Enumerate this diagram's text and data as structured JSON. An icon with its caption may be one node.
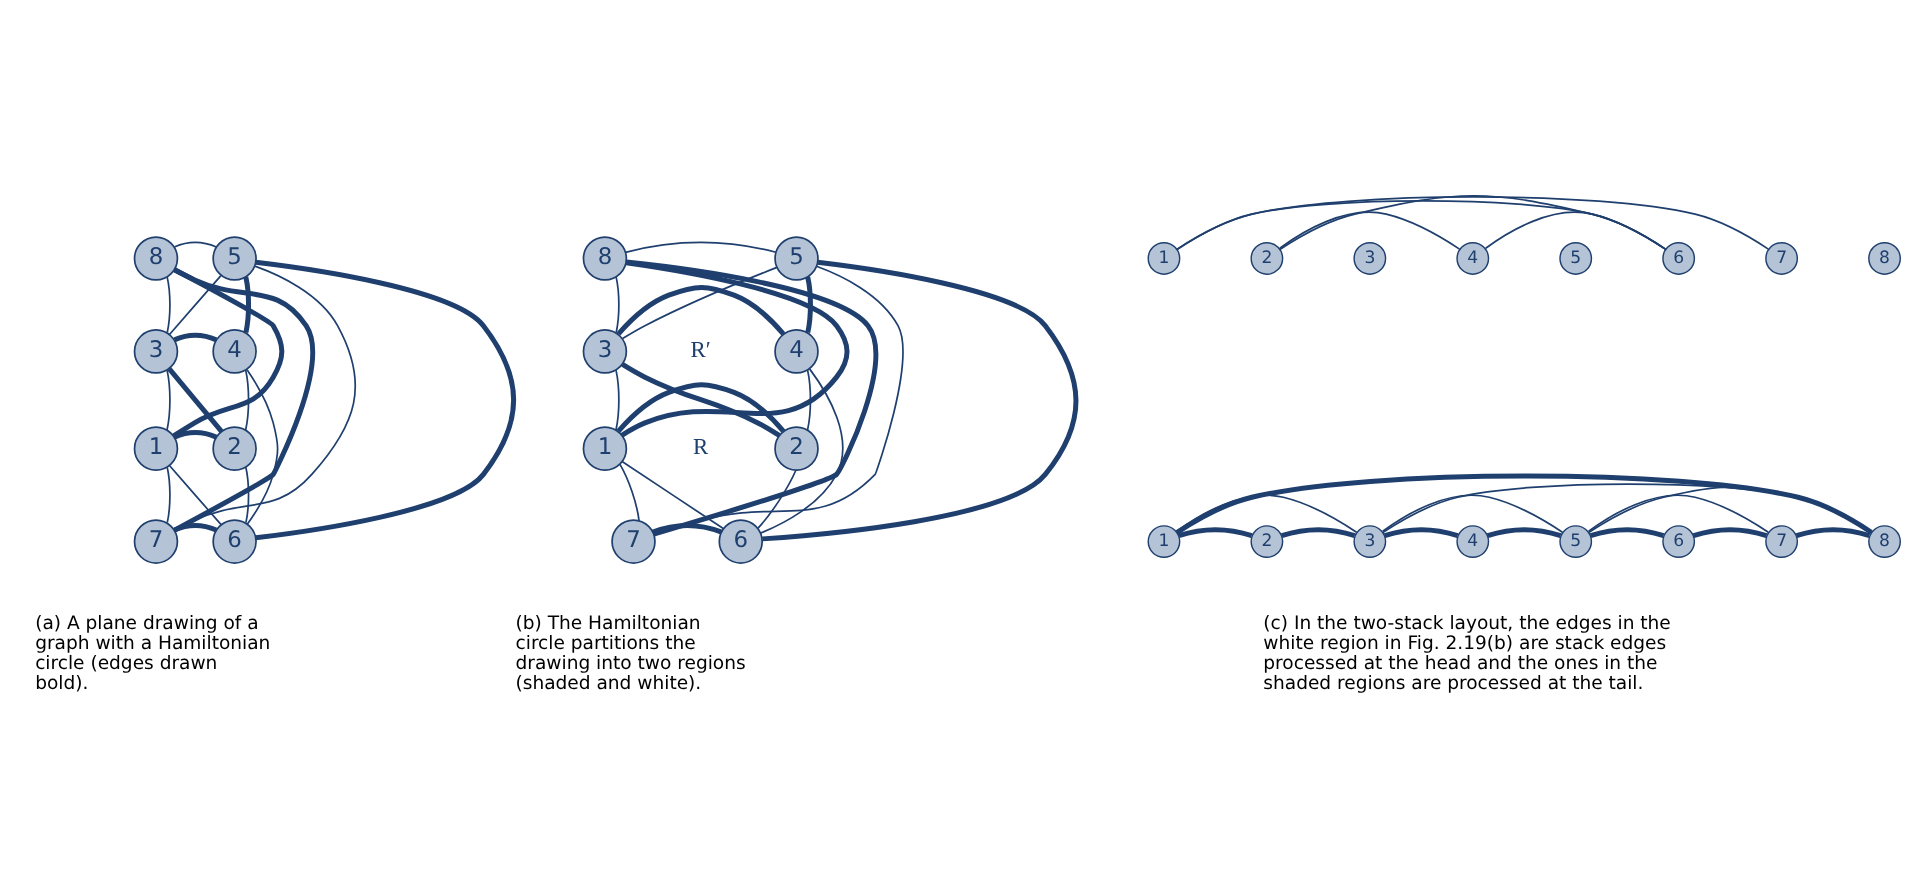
{
  "diagram": {
    "nodes": [
      {
        "text": [
          "8"
        ]
      },
      {
        "text": [
          "5"
        ]
      },
      {
        "text": [
          "3"
        ]
      },
      {
        "text": [
          "4"
        ]
      },
      {
        "text": [
          "1"
        ]
      },
      {
        "text": [
          "2"
        ]
      },
      {
        "text": [
          "7"
        ]
      },
      {
        "text": [
          "6"
        ]
      },
      {
        "text": [
          "8"
        ]
      },
      {
        "text": [
          "5"
        ]
      },
      {
        "text": [
          "3"
        ]
      },
      {
        "text": [
          "4"
        ]
      },
      {
        "text": [
          "1"
        ]
      },
      {
        "text": [
          "2"
        ]
      },
      {
        "text": [
          "7"
        ]
      },
      {
        "text": [
          "6"
        ]
      },
      {
        "text": [
          "1"
        ]
      },
      {
        "text": [
          "2"
        ]
      },
      {
        "text": [
          "3"
        ]
      },
      {
        "text": [
          "4"
        ]
      },
      {
        "text": [
          "5"
        ]
      },
      {
        "text": [
          "6"
        ]
      },
      {
        "text": [
          "7"
        ]
      },
      {
        "text": [
          "8"
        ]
      },
      {
        "text": [
          "1"
        ]
      },
      {
        "text": [
          "2"
        ]
      },
      {
        "text": [
          "3"
        ]
      },
      {
        "text": [
          "4"
        ]
      },
      {
        "text": [
          "5"
        ]
      },
      {
        "text": [
          "6"
        ]
      },
      {
        "text": [
          "7"
        ]
      },
      {
        "text": [
          "8"
        ]
      }
    ],
    "edges": [
      {
        "from": 0,
        "to": 1,
        "arrow": "none"
      },
      {
        "from": 0,
        "to": 2,
        "arrow": "none"
      },
      {
        "from": 0,
        "to": 4,
        "arrow": "none",
        "style": "thick"
      },
      {
        "from": 0,
        "to": 6,
        "arrow": "none",
        "style": "thick"
      },
      {
        "from": 1,
        "to": 2,
        "arrow": "none"
      },
      {
        "from": 1,
        "to": 3,
        "arrow": "none",
        "style": "thick"
      },
      {
        "from": 1,
        "to": 7,
        "arrow": "none",
        "style": "thick"
      },
      {
        "from": 1,
        "to": 6,
        "arrow": "none"
      },
      {
        "from": 2,
        "to": 3,
        "arrow": "none",
        "style": "thick"
      },
      {
        "from": 2,
        "to": 4,
        "arrow": "none"
      },
      {
        "from": 2,
        "to": 5,
        "arrow": "none",
        "style": "thick"
      },
      {
        "from": 3,
        "to": 5,
        "arrow": "none"
      },
      {
        "from": 3,
        "to": 7,
        "arrow": "none"
      },
      {
        "from": 4,
        "to": 5,
        "arrow": "none",
        "style": "thick"
      },
      {
        "from": 4,
        "to": 6,
        "arrow": "none"
      },
      {
        "from": 4,
        "to": 7,
        "arrow": "none"
      },
      {
        "from": 5,
        "to": 7,
        "arrow": "none"
      },
      {
        "from": 6,
        "to": 7,
        "arrow": "none",
        "style": "thick"
      },
      {
        "from": 8,
        "to": 9,
        "arrow": "none"
      },
      {
        "from": 8,
        "to": 10,
        "arrow": "none"
      },
      {
        "from": 8,
        "to": 12,
        "arrow": "none",
        "style": "thick"
      },
      {
        "from": 8,
        "to": 14,
        "arrow": "none",
        "style": "thick"
      },
      {
        "from": 9,
        "to": 10,
        "arrow": "none"
      },
      {
        "from": 9,
        "to": 11,
        "arrow": "none",
        "style": "thick"
      },
      {
        "from": 9,
        "to": 15,
        "arrow": "none",
        "style": "thick"
      },
      {
        "from": 9,
        "to": 14,
        "arrow": "none"
      },
      {
        "from": 10,
        "to": 11,
        "arrow": "none",
        "style": "thick"
      },
      {
        "from": 10,
        "to": 12,
        "arrow": "none"
      },
      {
        "from": 10,
        "to": 13,
        "arrow": "none",
        "style": "thick"
      },
      {
        "from": 11,
        "to": 13,
        "arrow": "none"
      },
      {
        "from": 11,
        "to": 15,
        "arrow": "none"
      },
      {
        "from": 12,
        "to": 13,
        "arrow": "none",
        "style": "thick"
      },
      {
        "from": 12,
        "to": 14,
        "arrow": "none"
      },
      {
        "from": 12,
        "to": 15,
        "arrow": "none"
      },
      {
        "from": 13,
        "to": 15,
        "arrow": "none"
      },
      {
        "from": 14,
        "to": 15,
        "arrow": "none",
        "style": "thick"
      },
      {
        "from": 17,
        "to": 19,
        "arrow": "none"
      },
      {
        "from": 19,
        "to": 21,
        "arrow": "none"
      },
      {
        "from": 17,
        "to": 21,
        "arrow": "none"
      },
      {
        "from": 16,
        "to": 21,
        "arrow": "none"
      },
      {
        "from": 16,
        "to": 22,
        "arrow": "none"
      },
      {
        "from": 24,
        "to": 25,
        "arrow": "none",
        "style": "thick"
      },
      {
        "from": 25,
        "to": 26,
        "arrow": "none",
        "style": "thick"
      },
      {
        "from": 24,
        "to": 26,
        "arrow": "none"
      },
      {
        "from": 26,
        "to": 27,
        "arrow": "none",
        "style": "thick"
      },
      {
        "from": 27,
        "to": 28,
        "arrow": "none",
        "style": "thick"
      },
      {
        "from": 26,
        "to": 28,
        "arrow": "none"
      },
      {
        "from": 28,
        "to": 29,
        "arrow": "none",
        "style": "thick"
      },
      {
        "from": 29,
        "to": 30,
        "arrow": "none",
        "style": "thick"
      },
      {
        "from": 30,
        "to": 31,
        "arrow": "none",
        "style": "thick"
      },
      {
        "from": 28,
        "to": 30,
        "arrow": "none"
      },
      {
        "from": 28,
        "to": 31,
        "arrow": "none"
      },
      {
        "from": 26,
        "to": 31,
        "arrow": "none"
      },
      {
        "from": 24,
        "to": 31,
        "arrow": "none",
        "style": "thick"
      }
    ],
    "labels": [
      "R′",
      "R",
      "(a) A plane drawing of a graph with a Hamiltonian circle (edges drawn bold).",
      "(b) The Hamiltonian circle partitions the drawing into two regions (shaded and white).",
      "(c) In the two-stack layout, the edges in the white region in Fig. 2.19(b) are stack edges processed at the head and the ones in the shaded regions are processed at the tail."
    ]
  }
}
